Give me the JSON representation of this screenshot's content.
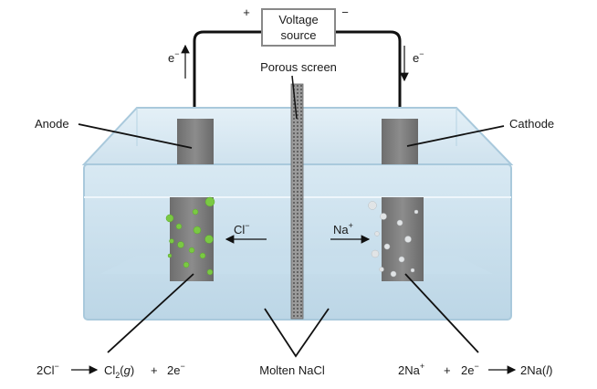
{
  "voltage_source": {
    "line1": "Voltage",
    "line2": "source",
    "plus": "+",
    "minus": "−"
  },
  "electron_left": {
    "base": "e",
    "sup": "−"
  },
  "electron_right": {
    "base": "e",
    "sup": "−"
  },
  "labels": {
    "porous_screen": "Porous screen",
    "anode": "Anode",
    "cathode": "Cathode",
    "molten": "Molten NaCl"
  },
  "ions": {
    "chloride": {
      "base": "Cl",
      "sup": "−"
    },
    "sodium": {
      "base": "Na",
      "sup": "+"
    }
  },
  "anode_equation": {
    "reactant": "2Cl",
    "reactant_sup": "−",
    "product_base": "Cl",
    "product_sub": "2",
    "product_state_open": "(",
    "product_state": "g",
    "product_state_close": ")",
    "plus": "+",
    "electrons": "2e",
    "electrons_sup": "−"
  },
  "cathode_equation": {
    "reactant": "2Na",
    "reactant_sup": "+",
    "plus": "+",
    "electrons": "2e",
    "electrons_sup": "−",
    "product": "2Na",
    "product_state_open": "(",
    "product_state": "l",
    "product_state_close": ")"
  },
  "colors": {
    "liquid": "#cfe3ef",
    "tank_edge": "#9fc3d8",
    "electrode": "#7d7d7d",
    "chlorine_bubble": "#7ac943",
    "sodium_bubble": "#d9dde0",
    "wire": "#111111"
  }
}
